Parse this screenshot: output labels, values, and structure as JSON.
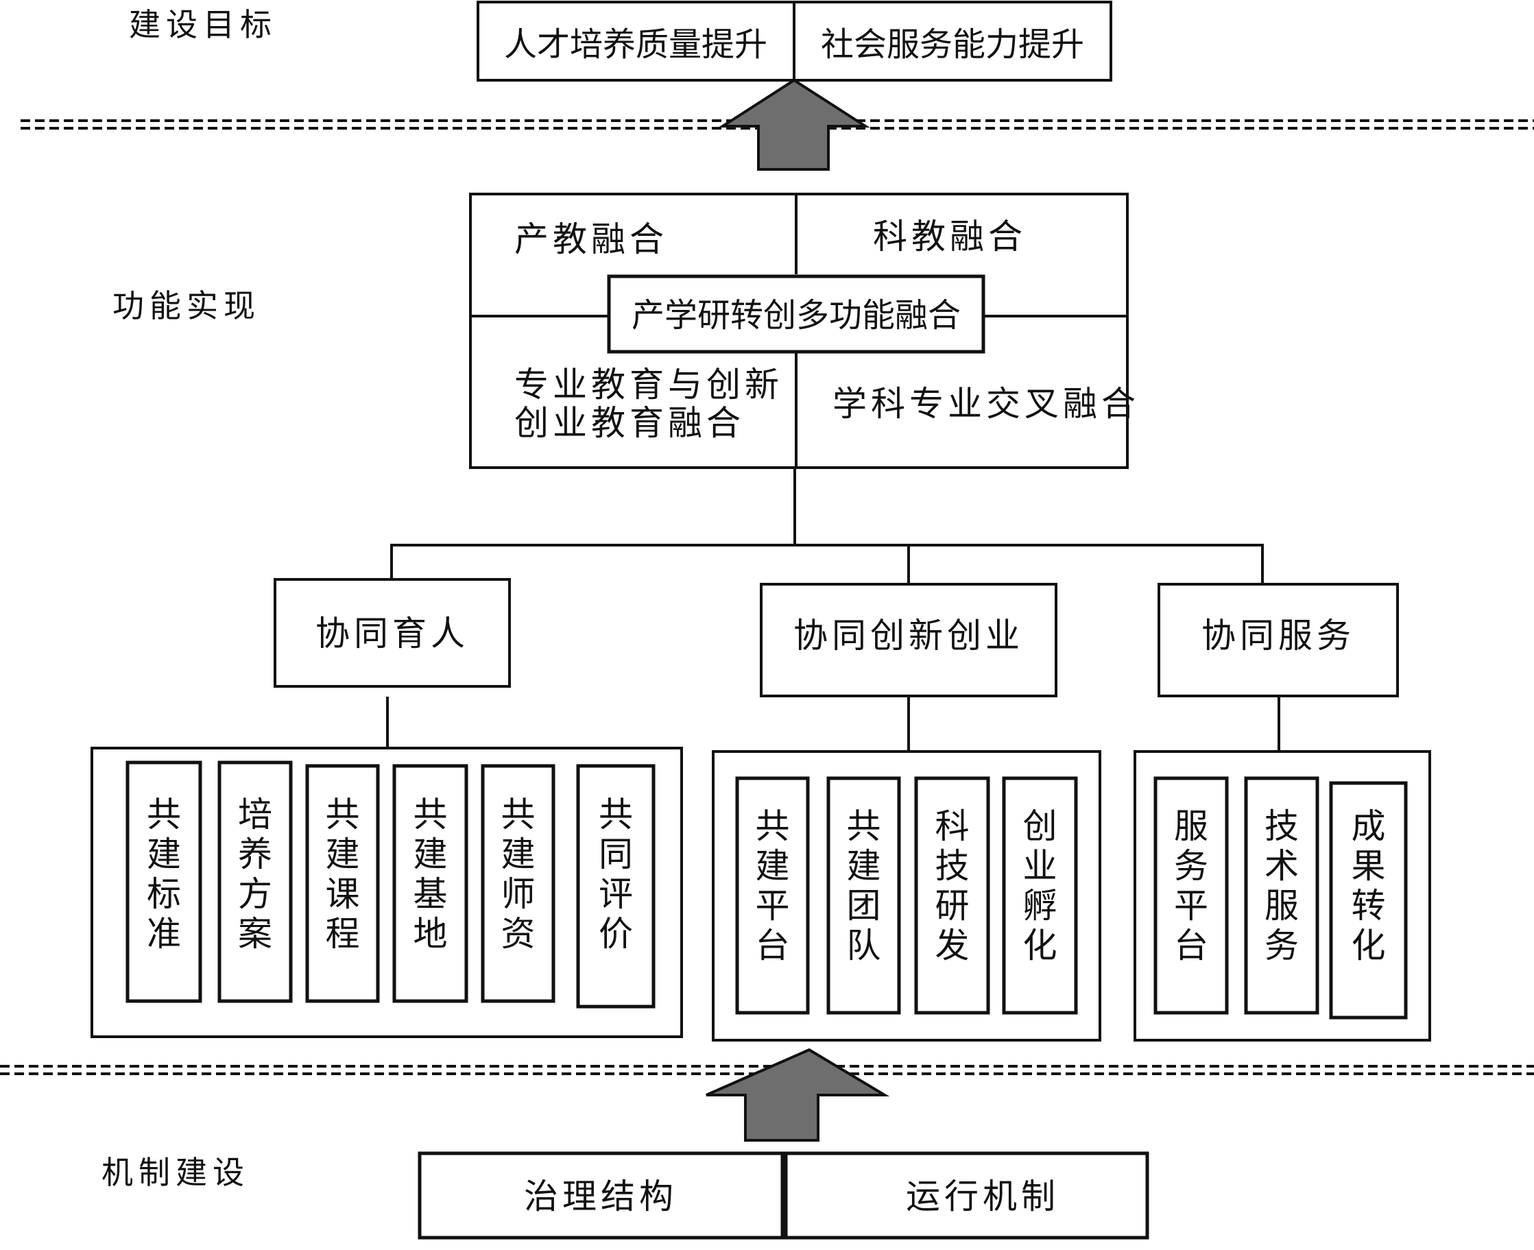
{
  "sections": {
    "goals": "建设目标",
    "functions": "功能实现",
    "mechanisms": "机制建设"
  },
  "goals": {
    "left": "人才培养质量提升",
    "right": "社会服务能力提升"
  },
  "fusion": {
    "top_left": "产教融合",
    "top_right": "科教融合",
    "center": "产学研转创多功能融合",
    "bottom_left_line1": "专业教育与创新",
    "bottom_left_line2": "创业教育融合",
    "bottom_right": "学科专业交叉融合"
  },
  "branches": [
    {
      "title": "协同育人",
      "items": [
        "共建标准",
        "培养方案",
        "共建课程",
        "共建基地",
        "共建师资",
        "共同评价"
      ]
    },
    {
      "title": "协同创新创业",
      "items": [
        "共建平台",
        "共建团队",
        "科技研发",
        "创业孵化"
      ]
    },
    {
      "title": "协同服务",
      "items": [
        "服务平台",
        "技术服务",
        "成果转化"
      ]
    }
  ],
  "mechanisms": {
    "left": "治理结构",
    "right": "运行机制"
  },
  "colors": {
    "stroke": "#111111",
    "arrow_fill": "#6e6e6e",
    "background": "#ffffff"
  }
}
